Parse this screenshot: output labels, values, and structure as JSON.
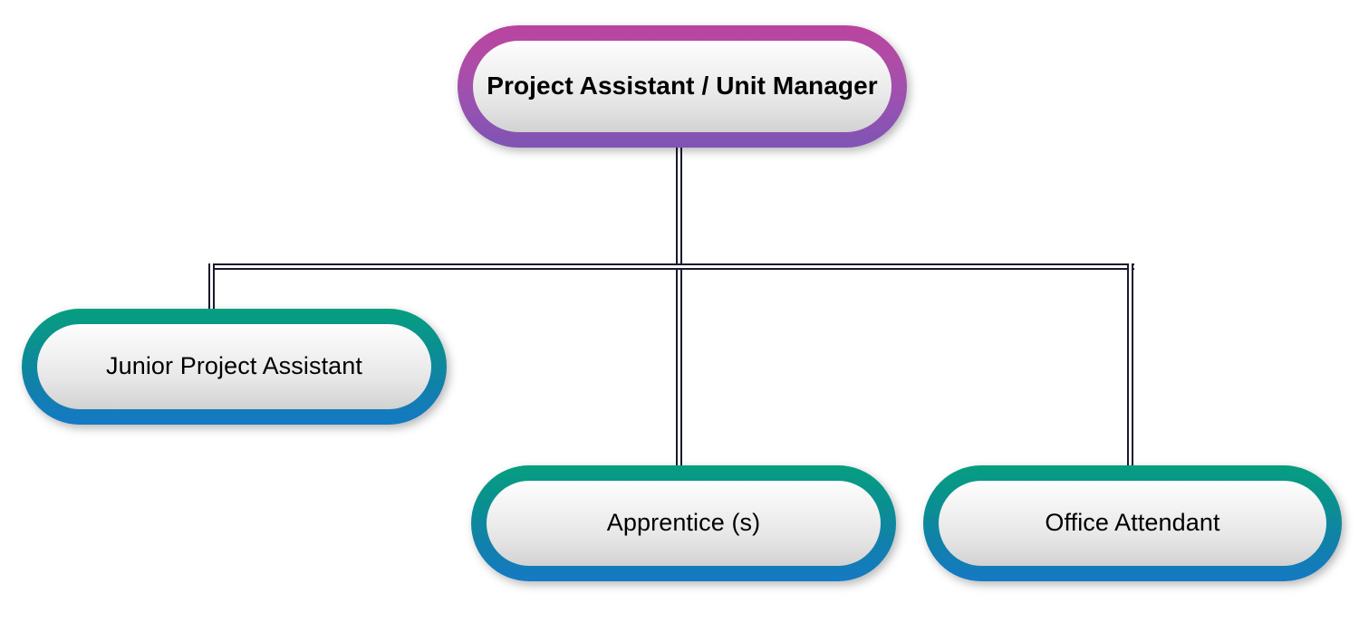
{
  "diagram": {
    "type": "organizational-chart",
    "title": "",
    "background_color": "#ffffff",
    "colors": {
      "root_border_top": "#b9449f",
      "root_border_bottom": "#7f54b4",
      "child_border_top": "#069e80",
      "child_border_bottom": "#1479c4",
      "node_fill_top": "#fdfdfd",
      "node_fill_bottom": "#d2d2d2",
      "connector": "#1a1a2e",
      "text": "#000000"
    },
    "nodes": [
      {
        "id": "root",
        "label": "Project Assistant / Unit Manager",
        "level": 0,
        "style": "root",
        "bold": true
      },
      {
        "id": "junior-project-assistant",
        "label": "Junior Project Assistant",
        "level": 1,
        "style": "child",
        "bold": false
      },
      {
        "id": "apprentice",
        "label": "Apprentice (s)",
        "level": 1,
        "style": "child",
        "bold": false
      },
      {
        "id": "office-attendant",
        "label": "Office Attendant",
        "level": 1,
        "style": "child",
        "bold": false
      }
    ],
    "edges": [
      {
        "from": "root",
        "to": "junior-project-assistant"
      },
      {
        "from": "root",
        "to": "apprentice"
      },
      {
        "from": "root",
        "to": "office-attendant"
      }
    ]
  }
}
